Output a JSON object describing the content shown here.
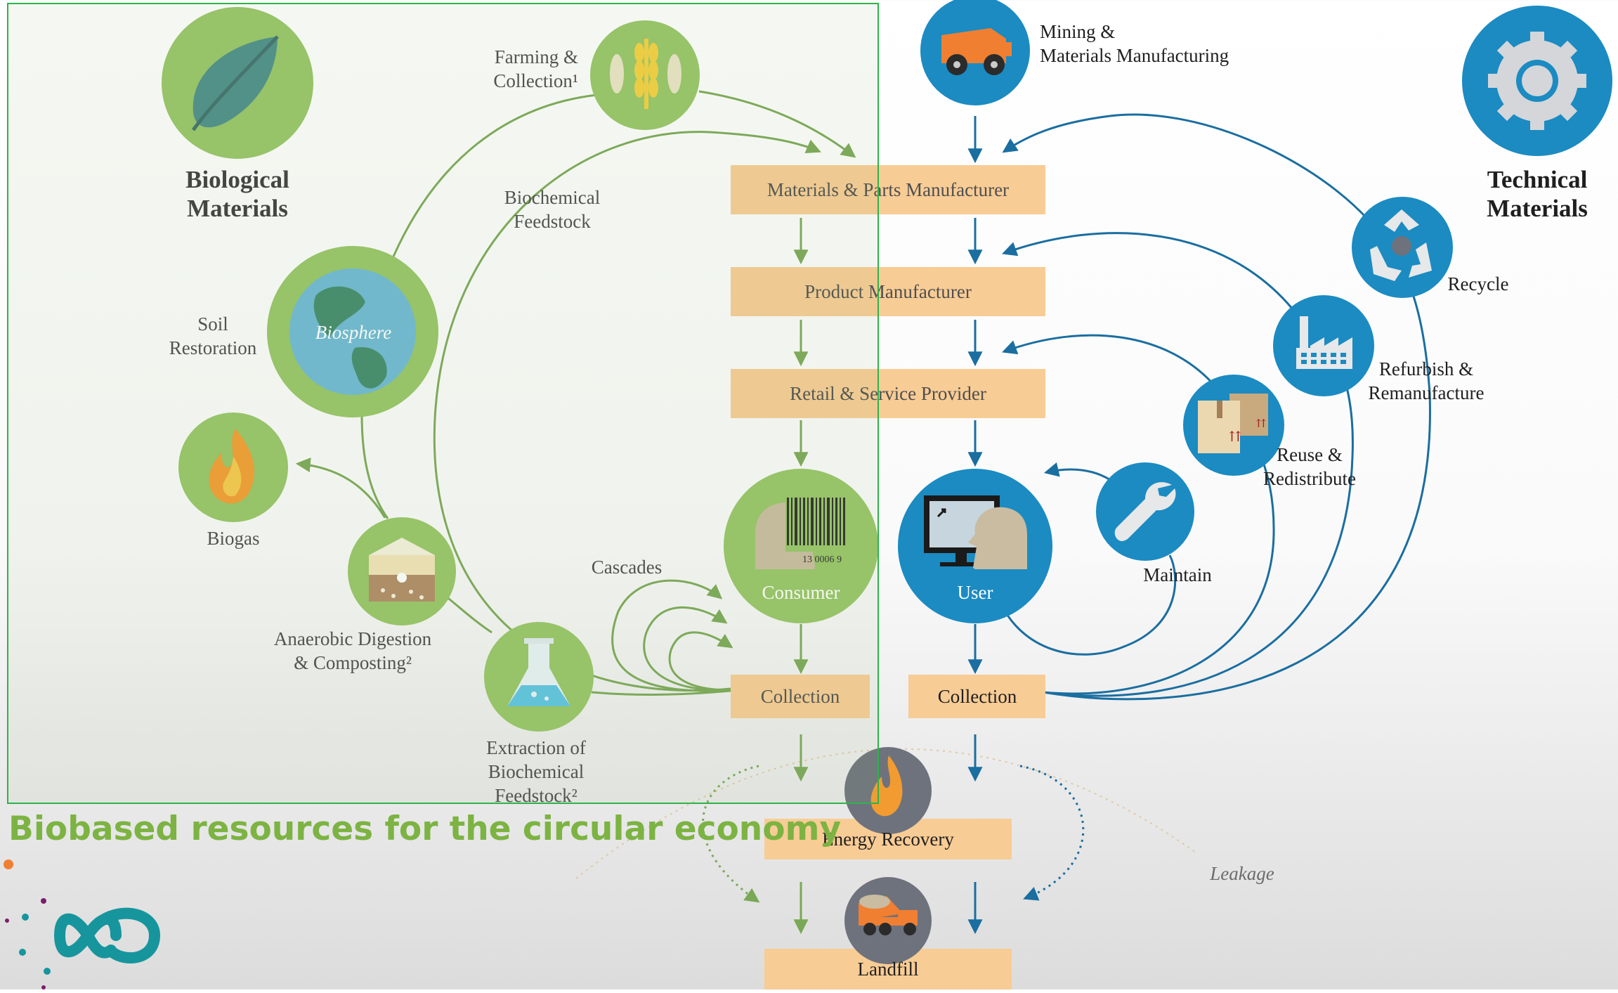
{
  "biological": {
    "heading_line1": "Biological",
    "heading_line2": "Materials",
    "farming_line1": "Farming &",
    "farming_line2": "Collection¹",
    "biochemical_line1": "Biochemical",
    "biochemical_line2": "Feedstock",
    "soil_line1": "Soil",
    "soil_line2": "Restoration",
    "biosphere": "Biosphere",
    "biogas": "Biogas",
    "anaerobic_line1": "Anaerobic Digestion",
    "anaerobic_line2": "& Composting²",
    "extraction_line1": "Extraction of",
    "extraction_line2": "Biochemical",
    "extraction_line3": "Feedstock²",
    "cascades": "Cascades",
    "consumer": "Consumer",
    "barcode_number": "13 0006 9",
    "collection": "Collection"
  },
  "central": {
    "materials_parts": "Materials & Parts Manufacturer",
    "product_manufacturer": "Product Manufacturer",
    "retail_service": "Retail & Service Provider",
    "energy_recovery": "Energy Recovery",
    "landfill": "Landfill",
    "leakage": "Leakage"
  },
  "technical": {
    "heading_line1": "Technical",
    "heading_line2": "Materials",
    "mining_line1": "Mining &",
    "mining_line2": "Materials Manufacturing",
    "recycle": "Recycle",
    "refurbish_line1": "Refurbish &",
    "refurbish_line2": "Remanufacture",
    "reuse_line1": "Reuse &",
    "reuse_line2": "Redistribute",
    "maintain": "Maintain",
    "user": "User",
    "collection": "Collection"
  },
  "headline": "Biobased resources for the circular economy",
  "colors": {
    "bio_green": "#97c567",
    "bio_dark_green": "#7aa856",
    "tech_blue": "#1b8bc2",
    "tech_dark_blue": "#1a6ea0",
    "box_orange": "#f8cc95",
    "icon_gray": "#6e727d",
    "headline_green": "#7cb342",
    "highlight_border": "#2db34a"
  }
}
